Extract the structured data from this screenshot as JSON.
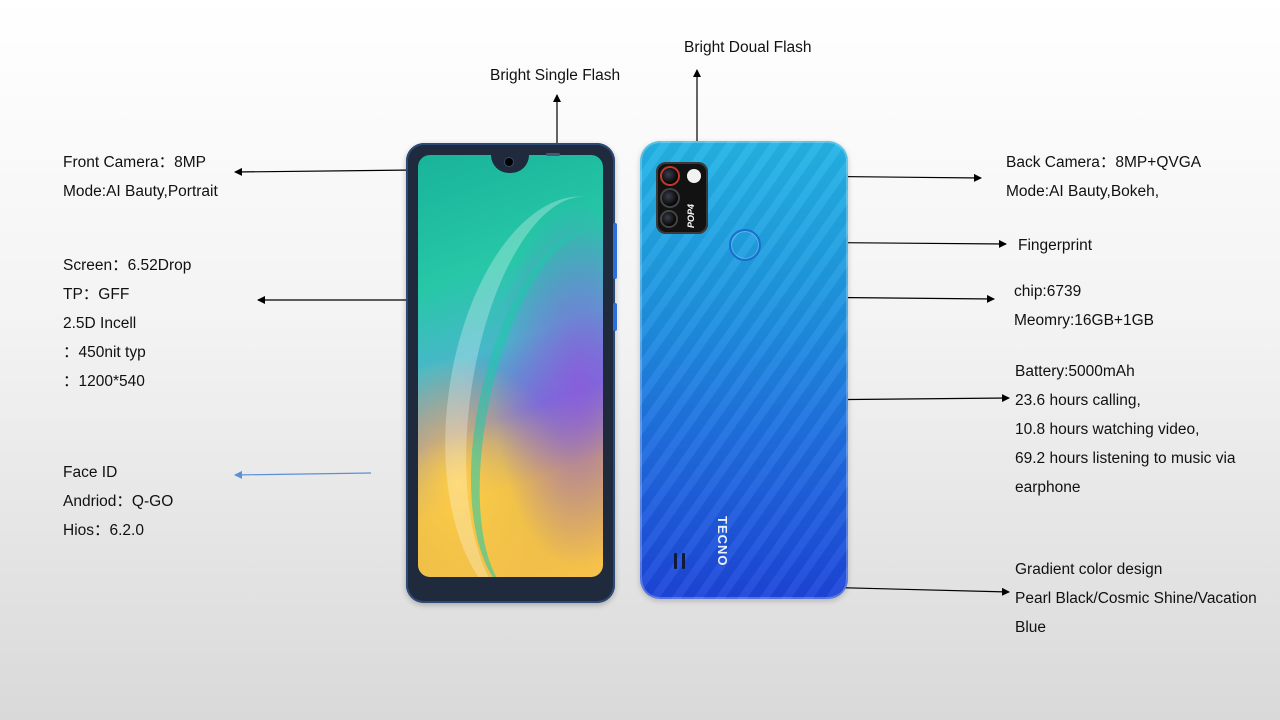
{
  "labels": {
    "front_camera": [
      "Front Camera：8MP",
      "Mode:AI Bauty,Portrait"
    ],
    "screen": [
      "Screen：6.52Drop",
      "TP：GFF",
      "2.5D Incell",
      "：450nit  typ",
      "：1200*540"
    ],
    "face_id": [
      "Face ID",
      "Andriod：Q-GO",
      "Hios：6.2.0"
    ],
    "single_flash": "Bright Single Flash",
    "dual_flash": "Bright Doual Flash",
    "back_camera": [
      "Back Camera：8MP+QVGA",
      "Mode:AI Bauty,Bokeh,"
    ],
    "fingerprint": "Fingerprint",
    "chip": [
      "chip:6739",
      "Meomry:16GB+1GB"
    ],
    "battery": [
      "Battery:5000mAh",
      "23.6 hours calling,",
      "10.8 hours watching video,",
      "69.2 hours listening to music via",
      "earphone"
    ],
    "gradient": [
      "Gradient color design",
      "Pearl Black/Cosmic Shine/Vacation",
      "Blue"
    ]
  },
  "phone": {
    "brand": "TECNO",
    "model_badge": "POP4"
  },
  "colors": {
    "arrow": "#000000",
    "face_id_arrow": "#5b8fd6",
    "phone_back_top": "#24b5e6",
    "phone_back_bottom": "#1d45da"
  }
}
